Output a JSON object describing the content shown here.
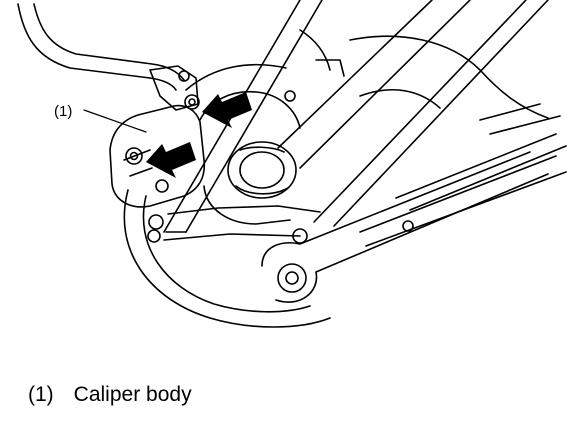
{
  "figure": {
    "callout": "(1)"
  },
  "legend": [
    {
      "number": "(1)",
      "text": "Caliper body"
    }
  ]
}
